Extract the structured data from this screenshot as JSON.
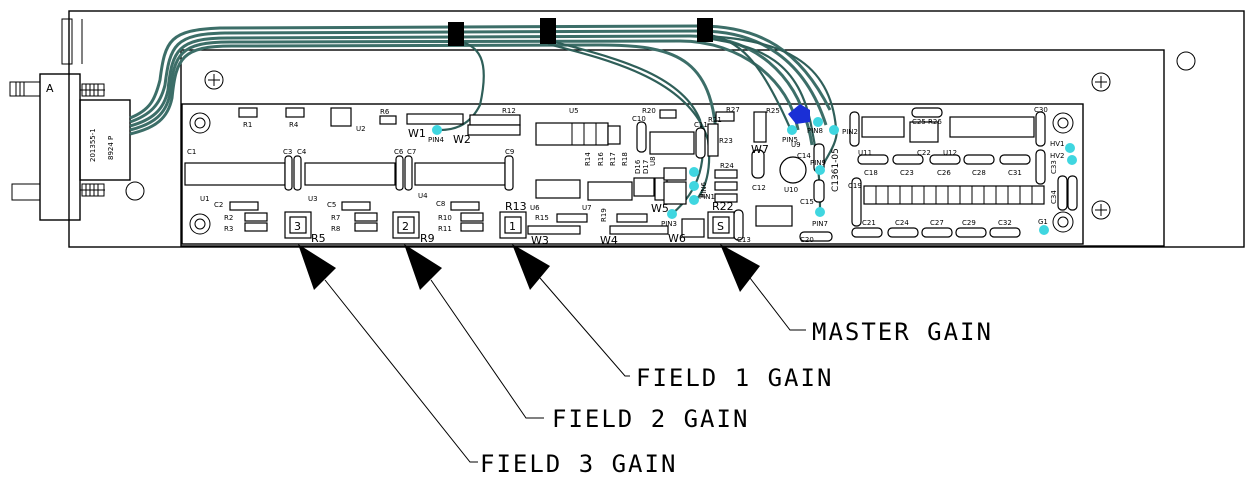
{
  "connector": {
    "label": "A",
    "part_number": "201355-1",
    "code": "8924 P"
  },
  "board_id": "C1361-05",
  "callouts": {
    "master_gain": "MASTER GAIN",
    "field1_gain": "FIELD 1 GAIN",
    "field2_gain": "FIELD 2 GAIN",
    "field3_gain": "FIELD 3 GAIN"
  },
  "pots": {
    "r5": "3",
    "r9": "2",
    "r13": "1",
    "r22": "S"
  },
  "pot_labels": {
    "r5": "R5",
    "r9": "R9",
    "r13": "R13",
    "r22": "R22"
  },
  "pins": {
    "pin1": "PIN1",
    "pin2": "PIN2",
    "pin3": "PIN3",
    "pin4": "PIN4",
    "pin5": "PIN5",
    "pin6": "PIN6",
    "pin7": "PIN7",
    "pin8": "PIN8",
    "pin9": "PIN9"
  },
  "wire_labels": {
    "w1": "W1",
    "w2": "W2",
    "w3": "W3",
    "w4": "W4",
    "w5": "W5",
    "w6": "W6",
    "w7": "W7"
  },
  "test_points": {
    "hv1": "HV1",
    "hv2": "HV2",
    "g1": "G1"
  },
  "components": {
    "c1": "C1",
    "c2": "C2",
    "c3": "C3",
    "c4": "C4",
    "c5": "C5",
    "c6": "C6",
    "c7": "C7",
    "c8": "C8",
    "c9": "C9",
    "c10": "C10",
    "c11": "C11",
    "c12": "C12",
    "c13": "C13",
    "c14": "C14",
    "c15": "C15",
    "c18": "C18",
    "c19": "C19",
    "c20": "C20",
    "c21": "C21",
    "c22": "C22",
    "c23": "C23",
    "c24": "C24",
    "c25": "C25",
    "c26": "C26",
    "c27": "C27",
    "c28": "C28",
    "c29": "C29",
    "c30": "C30",
    "c31": "C31",
    "c32": "C32",
    "c33": "C33",
    "c34": "C34",
    "r1": "R1",
    "r2": "R2",
    "r3": "R3",
    "r4": "R4",
    "r6": "R6",
    "r7": "R7",
    "r8": "R8",
    "r10": "R10",
    "r11": "R11",
    "r12": "R12",
    "r14": "R14",
    "r15": "R15",
    "r16": "R16",
    "r17": "R17",
    "r18": "R18",
    "r19": "R19",
    "r20": "R20",
    "r21": "R21",
    "r23": "R23",
    "r24": "R24",
    "r25": "R25",
    "r26": "R26",
    "r27": "R27",
    "u1": "U1",
    "u2": "U2",
    "u3": "U3",
    "u4": "U4",
    "u5": "U5",
    "u6": "U6",
    "u7": "U7",
    "u8": "U8",
    "u9": "U9",
    "u10": "U10",
    "u11": "U11",
    "u12": "U12",
    "d16": "D16",
    "d17": "D17"
  },
  "colors": {
    "wire": "#3c6e68",
    "pin_marker": "#3fd6e0",
    "highlight": "#1a2fd6"
  }
}
